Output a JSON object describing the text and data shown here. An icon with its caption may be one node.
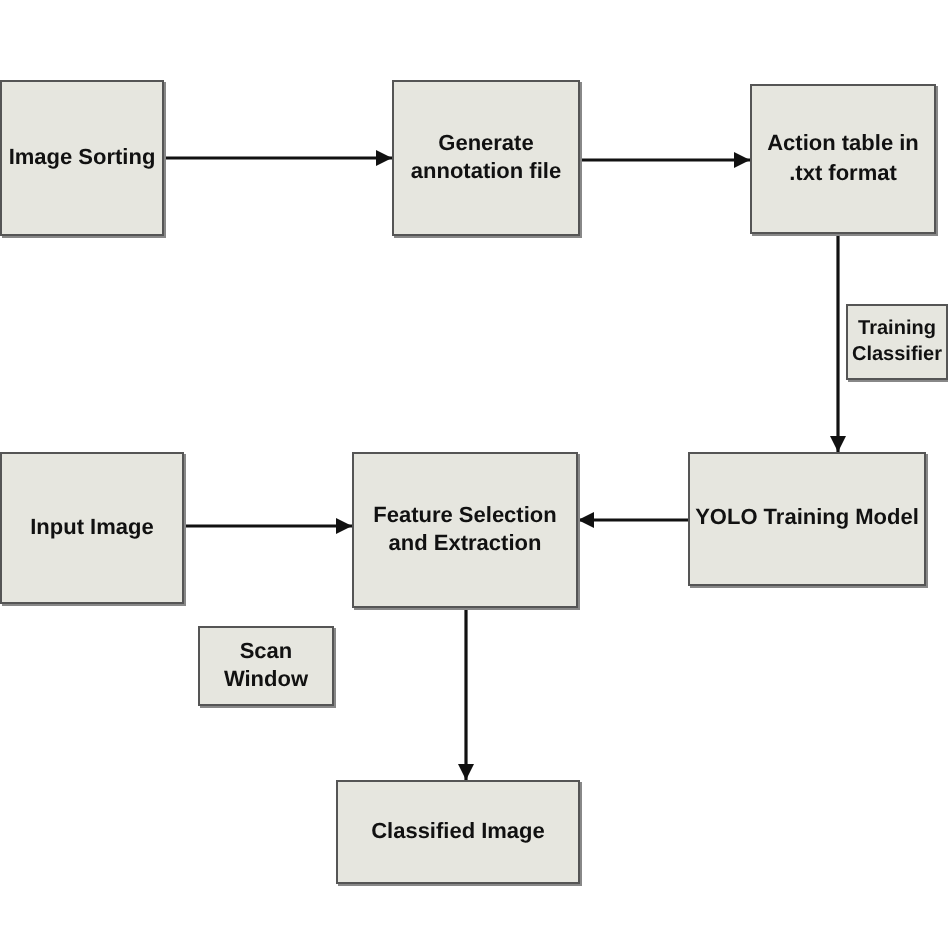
{
  "diagram": {
    "nodes": [
      {
        "text": [
          "Image Sorting"
        ]
      },
      {
        "text": [
          "Generate annotation file"
        ]
      },
      {
        "text": [
          "Action table in .txt format"
        ]
      },
      {
        "text": [
          "Training Classifier"
        ]
      },
      {
        "text": [
          "Input Image"
        ]
      },
      {
        "text": [
          "Feature Selection and Extraction"
        ]
      },
      {
        "text": [
          "YOLO Training Model"
        ]
      },
      {
        "text": [
          "Scan Window"
        ]
      },
      {
        "text": [
          "Classified Image"
        ]
      }
    ],
    "edges": [
      {
        "from": 0,
        "to": 1,
        "arrow": "to"
      },
      {
        "from": 1,
        "to": 2,
        "arrow": "to"
      },
      {
        "from": 2,
        "to": 6,
        "arrow": "to"
      },
      {
        "from": 4,
        "to": 5,
        "arrow": "to"
      },
      {
        "from": 6,
        "to": 5,
        "arrow": "to"
      },
      {
        "from": 5,
        "to": 8,
        "arrow": "to"
      }
    ]
  }
}
